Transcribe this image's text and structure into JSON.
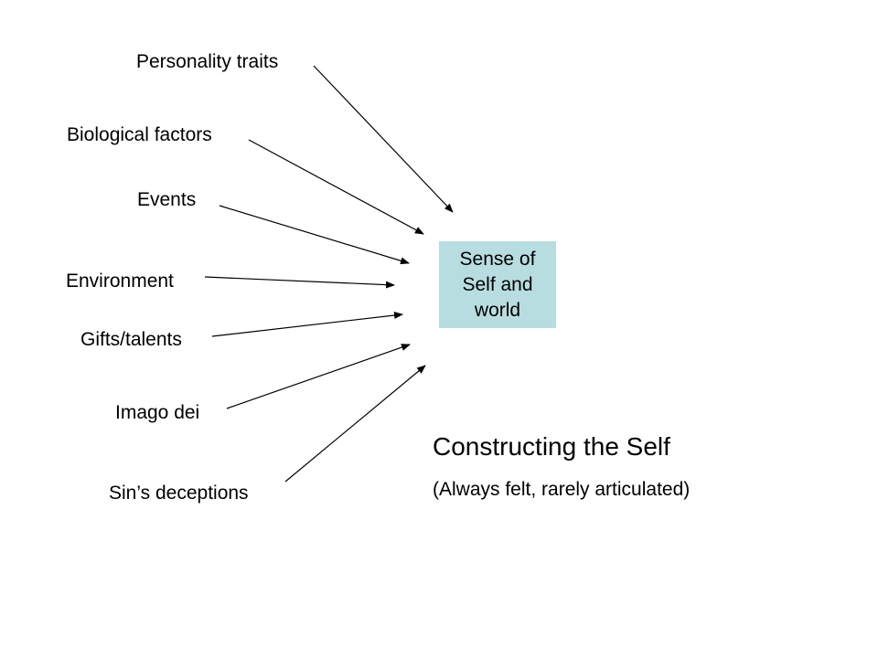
{
  "factors": [
    {
      "id": "personality-traits",
      "label": "Personality traits"
    },
    {
      "id": "biological-factors",
      "label": "Biological factors"
    },
    {
      "id": "events",
      "label": "Events"
    },
    {
      "id": "environment",
      "label": "Environment"
    },
    {
      "id": "gifts-talents",
      "label": "Gifts/talents"
    },
    {
      "id": "imago-dei",
      "label": "Imago dei"
    },
    {
      "id": "sins-deceptions",
      "label": "Sin’s deceptions"
    }
  ],
  "center": {
    "lines": [
      "Sense of",
      "Self and",
      "world"
    ],
    "fill_color": "#b7dde0"
  },
  "title": "Constructing the Self",
  "subtitle": "(Always felt, rarely articulated)"
}
